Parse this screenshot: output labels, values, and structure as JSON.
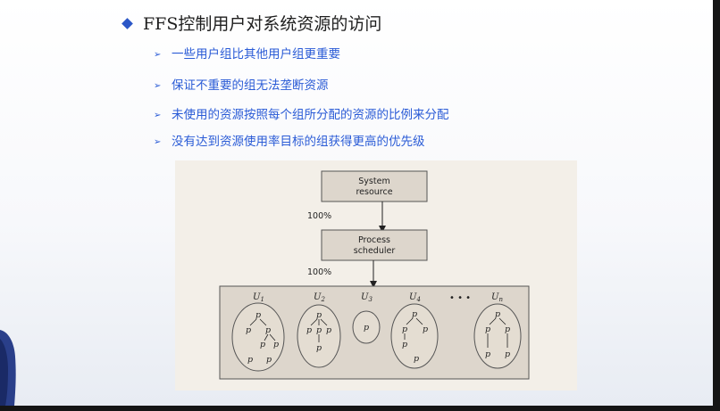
{
  "slide": {
    "title": "FFS控制用户对系统资源的访问",
    "subitems": [
      "一些用户组比其他用户组更重要",
      "保证不重要的组无法垄断资源",
      "未使用的资源按照每个组所分配的资源的比例来分配",
      "没有达到资源使用率目标的组获得更高的优先级"
    ]
  },
  "diagram": {
    "system_resource_line1": "System",
    "system_resource_line2": "resource",
    "process_scheduler_line1": "Process",
    "process_scheduler_line2": "scheduler",
    "pct1": "100%",
    "pct2": "100%",
    "users": [
      "U1",
      "U2",
      "U3",
      "U4",
      "Un"
    ],
    "ellipsis": "• • •",
    "process_label": "p"
  },
  "colors": {
    "accent": "#2a5bd6",
    "figure_bg": "#f3efe8",
    "box_fill": "#ddd6cc"
  }
}
